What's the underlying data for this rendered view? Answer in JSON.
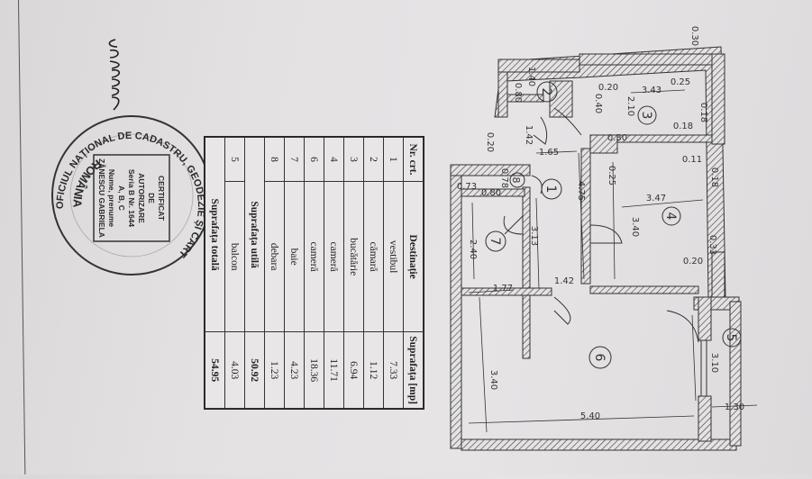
{
  "document": {
    "type": "Cadastral floor plan (rotated 90°)",
    "signature": "Gabriela Zănescu (handwritten)"
  },
  "stamp": {
    "outer_text_top": "OFICIUL NAȚIONAL DE CADASTRU, GEODEZIE ȘI CARTOGRAFIE",
    "outer_text_bottom": "ROMÂNIA",
    "inner_lines": [
      "CERTIFICAT",
      "DE",
      "AUTORIZARE",
      "Seria B Nr. 1644",
      "A, B, C",
      "Nume, prenume",
      "ZĂNESCU GABRIELA"
    ]
  },
  "area_table": {
    "headers": [
      "Nr. crt.",
      "Destinație",
      "Suprafața [mp]"
    ],
    "rows": [
      {
        "nr": "1",
        "name": "vestibul",
        "area": "7.33"
      },
      {
        "nr": "2",
        "name": "cămară",
        "area": "1.12"
      },
      {
        "nr": "3",
        "name": "bucătărie",
        "area": "6.94"
      },
      {
        "nr": "4",
        "name": "cameră",
        "area": "11.71"
      },
      {
        "nr": "6",
        "name": "cameră",
        "area": "18.36"
      },
      {
        "nr": "7",
        "name": "baie",
        "area": "4.23"
      },
      {
        "nr": "8",
        "name": "debara",
        "area": "1.23"
      }
    ],
    "useful_label": "Suprafața utilă",
    "useful_value": "50.92",
    "balcony": {
      "nr": "5",
      "name": "balcon",
      "area": "4.03"
    },
    "total_label": "Suprafața totală",
    "total_value": "54.95"
  },
  "floor_plan": {
    "room_labels": [
      "1",
      "2",
      "3",
      "4",
      "5",
      "6",
      "7",
      "8"
    ],
    "dimensions": {
      "d_030_top": "0.30",
      "d_140": "1.40",
      "d_080": "0.80",
      "d_020_a": "0.20",
      "d_040": "0.40",
      "d_210": "2.10",
      "d_343": "3.43",
      "d_025_a": "0.25",
      "d_018_a": "0.18",
      "d_018_b": "0.18",
      "d_030_b": "0.30",
      "d_011": "0.11",
      "d_018_c": "0.18",
      "d_142_a": "1.42",
      "d_165": "1.65",
      "d_475": "4.75",
      "d_025_b": "0.25",
      "d_020_b": "0.20",
      "d_073": "0.73",
      "d_078": "0.78",
      "d_080_b": "0.80",
      "d_347": "3.47",
      "d_340_a": "3.40",
      "d_033": "0.33",
      "d_020_c": "0.20",
      "d_313": "3.13",
      "d_240": "2.40",
      "d_177": "1.77",
      "d_142_b": "1.42",
      "d_340_b": "3.40",
      "d_540": "5.40",
      "d_310": "3.10",
      "d_130": "1.30"
    }
  },
  "colors": {
    "paper": "#e3e1e2",
    "ink": "#2a2a2a",
    "hatch": "#444444"
  }
}
